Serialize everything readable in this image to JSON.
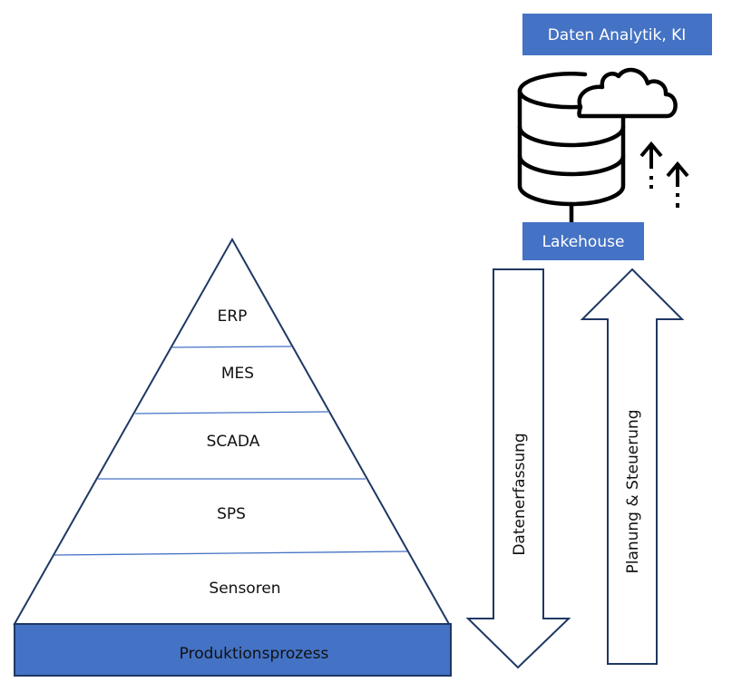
{
  "colors": {
    "box_fill": "#4472C4",
    "outline": "#1F3864",
    "divider": "#4472C4",
    "icon": "#000000"
  },
  "top_box": {
    "label": "Daten Analytik, KI"
  },
  "storage": {
    "icon": "database-cloud-icon",
    "upload_icon": "dotted-upload-arrows-icon",
    "label": "Lakehouse"
  },
  "pyramid": {
    "levels": [
      {
        "label": "ERP"
      },
      {
        "label": "MES"
      },
      {
        "label": "SCADA"
      },
      {
        "label": "SPS"
      },
      {
        "label": "Sensoren"
      }
    ],
    "base": {
      "label": "Produktionsprozess"
    }
  },
  "flows": {
    "down": {
      "label": "Datenerfassung",
      "direction": "down"
    },
    "up": {
      "label": "Planung & Steuerung",
      "direction": "up"
    }
  }
}
